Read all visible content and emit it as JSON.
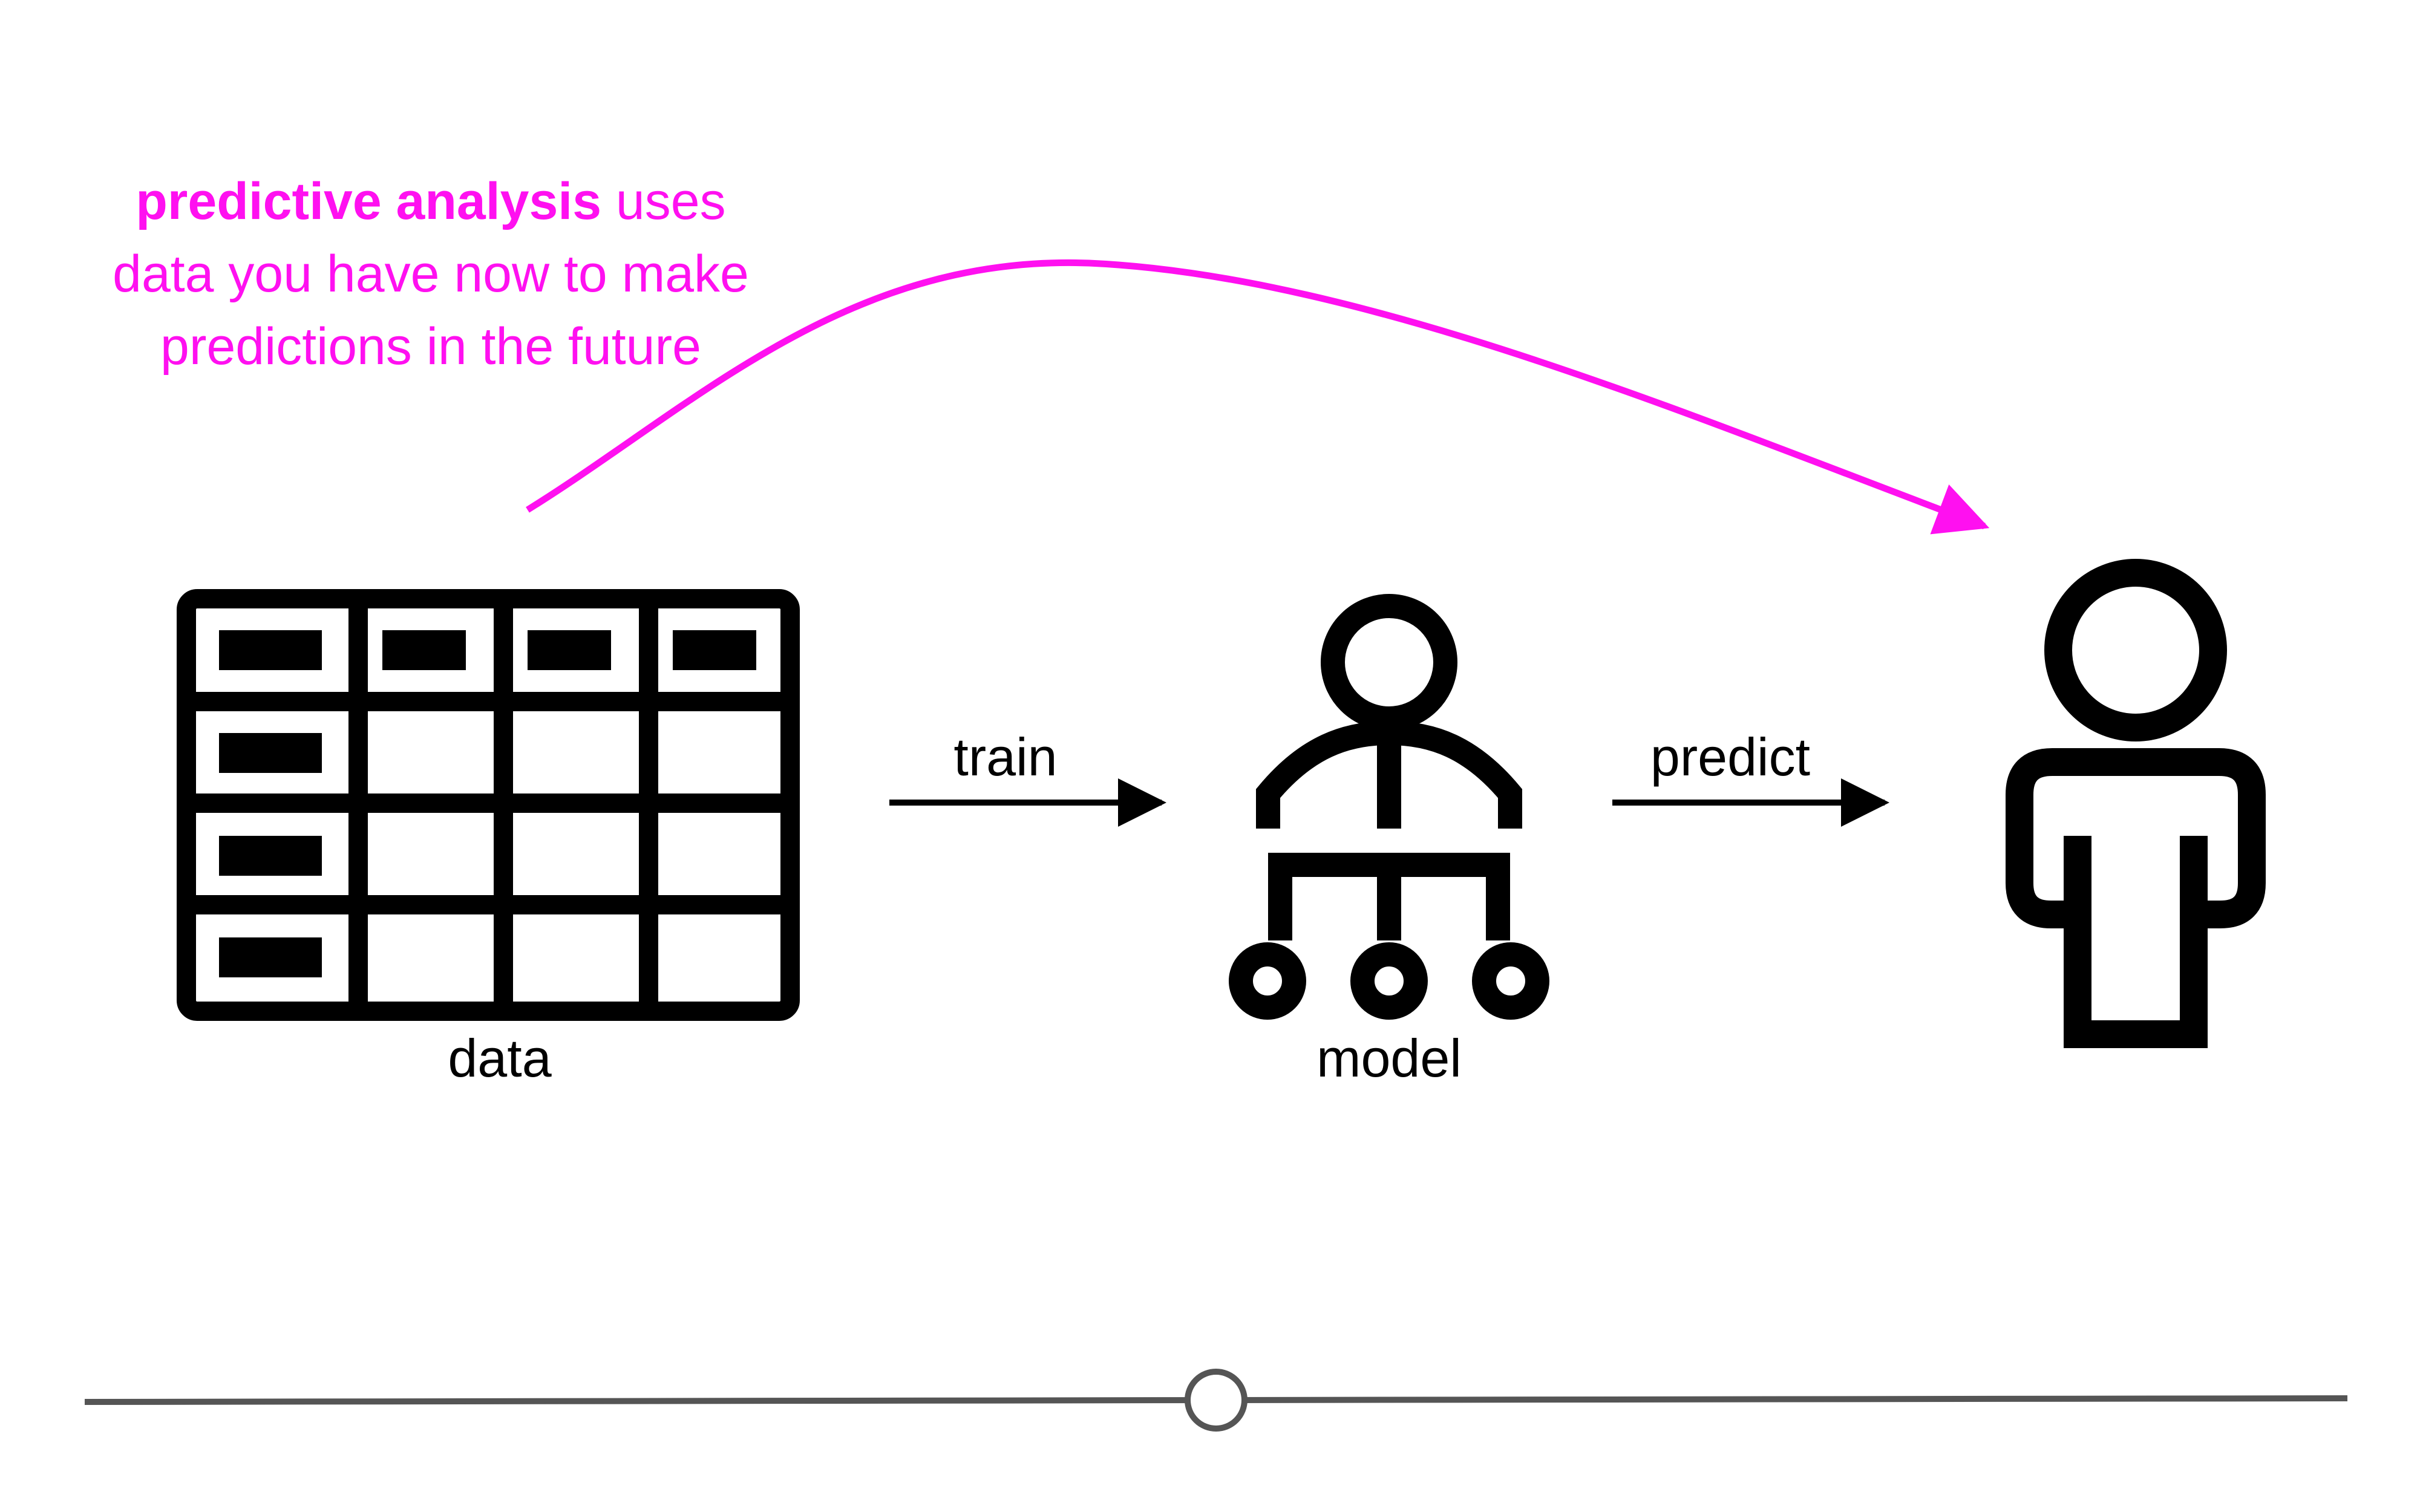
{
  "annotation": {
    "line1_bold": "predictive analysis",
    "line1_rest": " uses",
    "line2": "data you have now to make",
    "line3": "predictions in the future",
    "color": "#ff10f0"
  },
  "nodes": {
    "data_label": "data",
    "model_label": "model"
  },
  "edges": {
    "train_label": "train",
    "predict_label": "predict"
  },
  "icons": {
    "data": "table-grid-icon",
    "model": "hierarchy-person-icon",
    "prediction": "person-icon"
  },
  "progress": {
    "value": 0.5
  },
  "colors": {
    "ink": "#000000",
    "accent": "#ff10f0",
    "track": "#555555"
  }
}
